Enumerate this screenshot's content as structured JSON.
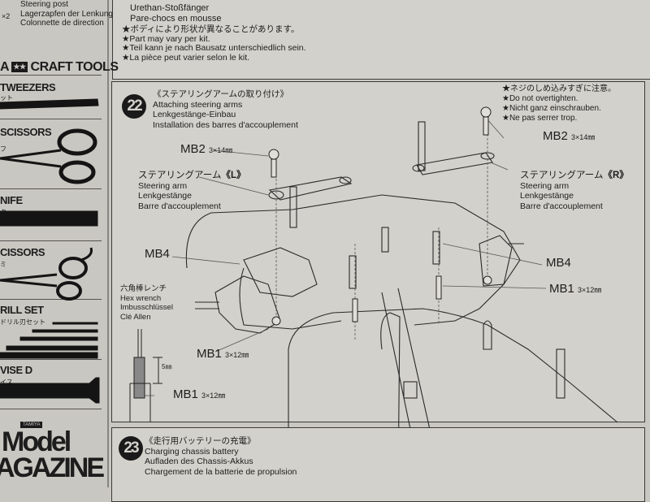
{
  "top_left": {
    "qty": "×2",
    "lines": [
      "Steering post",
      "Lagerzapfen der Lenkung",
      "Colonnette de direction"
    ]
  },
  "top_box": {
    "lines": [
      "Urethan-Stoßfänger",
      "Pare-chocs en mousse"
    ],
    "notes": [
      "★ボディにより形状が異なることがあります。",
      "★Part may vary per kit.",
      "★Teil kann je nach Bausatz unterschiedlich sein.",
      "★La pièce peut varier selon le kit."
    ]
  },
  "craft_tools": {
    "header": "CRAFT TOOLS",
    "header_prefix": "A",
    "items": [
      {
        "name": "TWEEZERS",
        "sub": "ット"
      },
      {
        "name": "SCISSORS",
        "sub": "フ"
      },
      {
        "name": "NIFE",
        "sub": "ター"
      },
      {
        "name": "CISSORS",
        "sub": "ミ"
      },
      {
        "name": "RILL SET",
        "sub": "ドリル刃セット"
      },
      {
        "name": "VISE D",
        "sub": "イス"
      }
    ],
    "magazine": {
      "brand": "TAMIYA",
      "line1": "Model",
      "line2": "AGAZINE"
    }
  },
  "step22": {
    "number": "22",
    "title_jp": "《ステアリングアームの取り付け》",
    "title_en": "Attaching steering arms",
    "title_de": "Lenkgestänge-Einbau",
    "title_fr": "Installation des barres d'accouplement",
    "warning": [
      "★ネジのしめ込みすぎに注意。",
      "★Do not overtighten.",
      "★Nicht ganz einschrauben.",
      "★Ne pas serrer trop."
    ],
    "mb2_left": {
      "code": "MB2",
      "size": "3×14㎜"
    },
    "mb2_right": {
      "code": "MB2",
      "size": "3×14㎜"
    },
    "arm_left": {
      "jp": "ステアリングアーム",
      "side": "《L》",
      "en": "Steering arm",
      "de": "Lenkgestänge",
      "fr": "Barre d'accouplement"
    },
    "arm_right": {
      "jp": "ステアリングアーム",
      "side": "《R》",
      "en": "Steering arm",
      "de": "Lenkgestänge",
      "fr": "Barre d'accouplement"
    },
    "mb4_left": "MB4",
    "mb4_right": "MB4",
    "mb1_right": {
      "code": "MB1",
      "size": "3×12㎜"
    },
    "mb1_mid": {
      "code": "MB1",
      "size": "3×12㎜"
    },
    "mb1_bottom": {
      "code": "MB1",
      "size": "3×12㎜"
    },
    "hex": [
      "六角棒レンチ",
      "Hex wrench",
      "Imbusschlüssel",
      "Clé Allen"
    ],
    "depth": "5㎜"
  },
  "step23": {
    "number": "23",
    "title_jp": "《走行用バッテリーの充電》",
    "title_en": "Charging chassis battery",
    "title_de": "Aufladen des Chassis-Akkus",
    "title_fr": "Chargement de la batterie de propulsion"
  }
}
